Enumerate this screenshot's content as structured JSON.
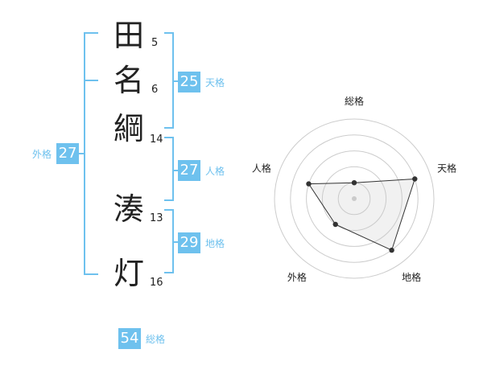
{
  "name": {
    "chars": [
      {
        "char": "田",
        "strokes": "5"
      },
      {
        "char": "名",
        "strokes": "6"
      },
      {
        "char": "綱",
        "strokes": "14"
      },
      {
        "char": "湊",
        "strokes": "13"
      },
      {
        "char": "灯",
        "strokes": "16"
      }
    ]
  },
  "fortunes": {
    "tenkaku": {
      "value": "25",
      "label": "天格"
    },
    "jinkaku": {
      "value": "27",
      "label": "人格"
    },
    "chikaku": {
      "value": "29",
      "label": "地格"
    },
    "gaikaku": {
      "value": "27",
      "label": "外格"
    },
    "soukaku": {
      "value": "54",
      "label": "総格"
    }
  },
  "colors": {
    "accent": "#6ec1ee",
    "text": "#222222",
    "grid": "#cccccc"
  },
  "chart_data": {
    "type": "radar",
    "axes": [
      "総格",
      "天格",
      "地格",
      "外格",
      "人格"
    ],
    "values": [
      1,
      4,
      4,
      2,
      3
    ],
    "rmax": 5,
    "rings": 5,
    "grid": true
  }
}
